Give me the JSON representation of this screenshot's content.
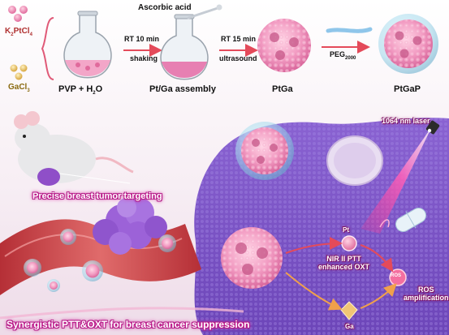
{
  "reagents": {
    "k2ptcl4_main": "K",
    "k2ptcl4_sub1": "2",
    "k2ptcl4_mid": "PtCl",
    "k2ptcl4_sub2": "4",
    "gacl3_main": "GaCl",
    "gacl3_sub": "3"
  },
  "steps": {
    "ascorbic_acid": "Ascorbic acid",
    "step1_time": "RT 10 min",
    "step1_method": "shaking",
    "step2_time": "RT 15 min",
    "step2_method": "ultrasound",
    "peg_main": "PEG",
    "peg_sub": "2000"
  },
  "products": {
    "pvp_water_main": "PVP + H",
    "pvp_water_sub": "2",
    "pvp_water_end": "O",
    "assembly": "Pt/Ga assembly",
    "ptga": "PtGa",
    "ptgap": "PtGaP"
  },
  "mechanism": {
    "laser": "1064 nm laser",
    "pt": "Pt",
    "ptt_line1": "NIR II PTT",
    "ptt_line2": "enhanced OXT",
    "ros_badge": "ROS",
    "ros_line1": "ROS",
    "ros_line2": "amplification",
    "ga": "Ga"
  },
  "captions": {
    "targeting": "Precise breast tumor targeting",
    "therapy": "Synergistic PTT&OXT for breast cancer suppression"
  },
  "colors": {
    "cell": "#7f57c9",
    "nanoparticle": "#ef9fc4",
    "vessel": "#c23b3b",
    "arrow": "#e44a5a"
  }
}
